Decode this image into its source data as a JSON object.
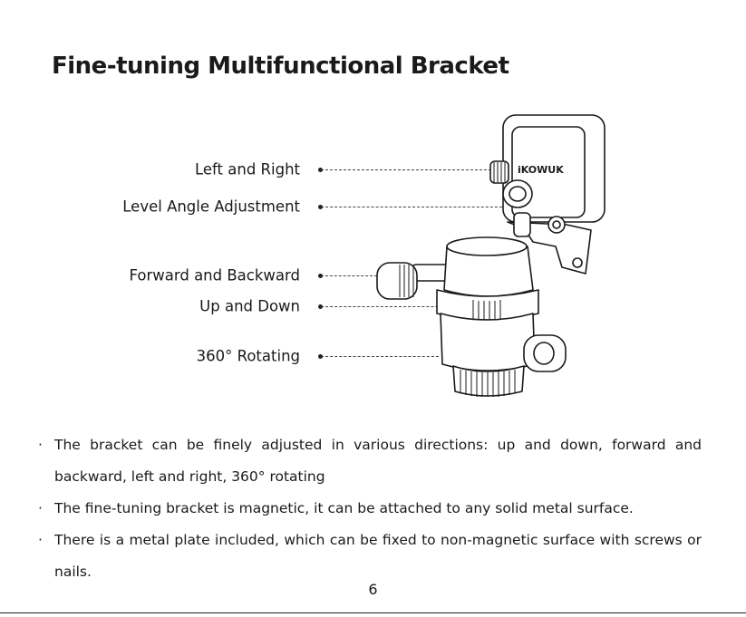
{
  "title": "Fine-tuning Multifunctional Bracket",
  "callouts": [
    {
      "label": "Left and Right"
    },
    {
      "label": "Level Angle Adjustment"
    },
    {
      "label": "Forward and Backward"
    },
    {
      "label": "Up and Down"
    },
    {
      "label": "360° Rotating"
    }
  ],
  "product": {
    "brand": "iKOWUK"
  },
  "bullets": [
    {
      "mark": "·",
      "text": "The bracket can be finely adjusted in various directions: up and down, forward and backward, left and right, 360° rotating"
    },
    {
      "mark": "·",
      "text": "The fine-tuning bracket is magnetic, it can be attached to any solid metal surface."
    },
    {
      "mark": "·",
      "text": "There is a metal plate included, which can be fixed to non-magnetic surface with screws or nails."
    }
  ],
  "page_number": "6"
}
